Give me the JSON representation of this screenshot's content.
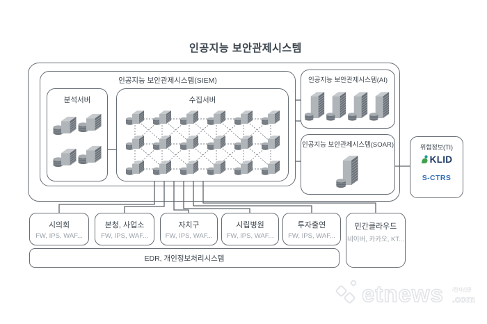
{
  "title": "인공지능 보안관제시스템",
  "siem": {
    "label": "인공지능 보안관제시스템(SIEM)",
    "analysis_server": {
      "label": "분석서버",
      "server_count": 4
    },
    "collection_server": {
      "label": "수집서버",
      "grid_rows": 3,
      "grid_cols": 6
    }
  },
  "ai_box": {
    "label": "인공지능 보안관제시스템(AI)",
    "server_count": 4
  },
  "soar_box": {
    "label": "인공지능 보안관제시스템(SOAR)",
    "server_count": 1
  },
  "threat_intel": {
    "label": "위협정보(TI)",
    "org": "KLID",
    "system": "S-CTRS"
  },
  "agencies": [
    {
      "name": "시의회",
      "systems": "FW, IPS, WAF..."
    },
    {
      "name": "본청, 사업소",
      "systems": "FW, IPS, WAF..."
    },
    {
      "name": "자치구",
      "systems": "FW, IPS, WAF..."
    },
    {
      "name": "시립병원",
      "systems": "FW, IPS, WAF..."
    },
    {
      "name": "투자출연",
      "systems": "FW, IPS, WAF..."
    }
  ],
  "private_cloud": {
    "name": "민간클라우드",
    "providers": "네이버, 카카오, KT..."
  },
  "edr_bar": {
    "label": "EDR, 개인정보처리시스템"
  },
  "watermark": {
    "brand": "etnews",
    "suffix": ".com",
    "tagline": "/전자신문"
  },
  "colors": {
    "line": "#5d646b",
    "box_border": "#676e75",
    "label": "#3c454d",
    "sub_text": "#9aa1a8",
    "klid_navy": "#1e3a66",
    "sctrs_blue": "#2f6eb5",
    "klid_green": "#3fa14e",
    "klid_teal": "#1d9e9a"
  }
}
